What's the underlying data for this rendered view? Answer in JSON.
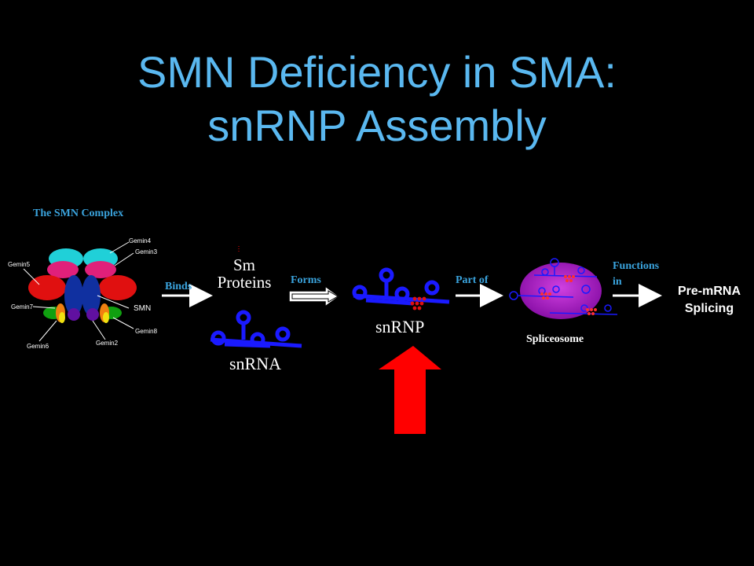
{
  "title": {
    "line1": "SMN Deficiency in SMA:",
    "line2": "snRNP Assembly"
  },
  "smn_complex": {
    "heading": "The SMN Complex",
    "labels": {
      "gemin4": "Gemin4",
      "gemin3": "Gemin3",
      "gemin5": "Gemin5",
      "gemin7": "Gemin7",
      "smn": "SMN",
      "gemin8": "Gemin8",
      "gemin6": "Gemin6",
      "gemin2": "Gemin2"
    }
  },
  "flow": {
    "binds": "Binds",
    "sm_proteins_line1": "Sm",
    "sm_proteins_line2": "Proteins",
    "snrna": "snRNA",
    "forms": "Forms",
    "snrnp": "snRNP",
    "part_of": "Part of",
    "spliceosome": "Spliceosome",
    "functions_line1": "Functions",
    "functions_line2": "in",
    "pre_mrna_line1": "Pre-mRNA",
    "pre_mrna_line2": "Splicing"
  },
  "colors": {
    "title": "#5ab8f0",
    "label_blue": "#3aa3dd",
    "rna_blue": "#1a1aff",
    "red_arrow": "#ff0000",
    "spliceosome": "#a020c0"
  }
}
